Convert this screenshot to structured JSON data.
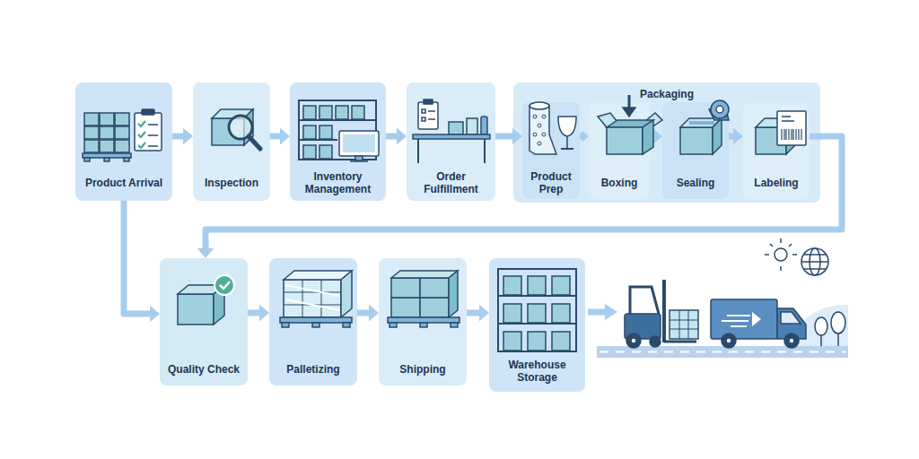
{
  "diagram": {
    "nodes": [
      {
        "text": [
          "Product Arrival"
        ]
      },
      {
        "text": [
          "Inspection"
        ]
      },
      {
        "text": [
          "Inventory Management"
        ]
      },
      {
        "text": [
          "Order Fulfillment"
        ]
      },
      {
        "text": [
          "Packaging"
        ]
      },
      {
        "text": [
          "Product Prep"
        ],
        "in": 4
      },
      {
        "text": [
          "Boxing"
        ],
        "in": 4
      },
      {
        "text": [
          "Sealing"
        ],
        "in": 4
      },
      {
        "text": [
          "Labeling"
        ],
        "in": 4
      },
      {
        "text": [
          "Quality Check"
        ]
      },
      {
        "text": [
          "Palletizing"
        ]
      },
      {
        "text": [
          "Shipping"
        ]
      },
      {
        "text": [
          "Warehouse Storage"
        ]
      }
    ],
    "edges": [
      {
        "from": 0,
        "to": 1,
        "arrow": "to"
      },
      {
        "from": 1,
        "to": 2,
        "arrow": "to"
      },
      {
        "from": 2,
        "to": 3,
        "arrow": "to"
      },
      {
        "from": 3,
        "to": 5,
        "arrow": "to"
      },
      {
        "from": 5,
        "to": 6,
        "arrow": "to"
      },
      {
        "from": 6,
        "to": 7,
        "arrow": "to"
      },
      {
        "from": 7,
        "to": 8,
        "arrow": "to"
      },
      {
        "from": 8,
        "to": 9,
        "arrow": "to"
      },
      {
        "from": 0,
        "to": 9,
        "arrow": "to"
      },
      {
        "from": 9,
        "to": 10,
        "arrow": "to"
      },
      {
        "from": 10,
        "to": 11,
        "arrow": "to"
      },
      {
        "from": 11,
        "to": 12,
        "arrow": "to"
      }
    ]
  }
}
